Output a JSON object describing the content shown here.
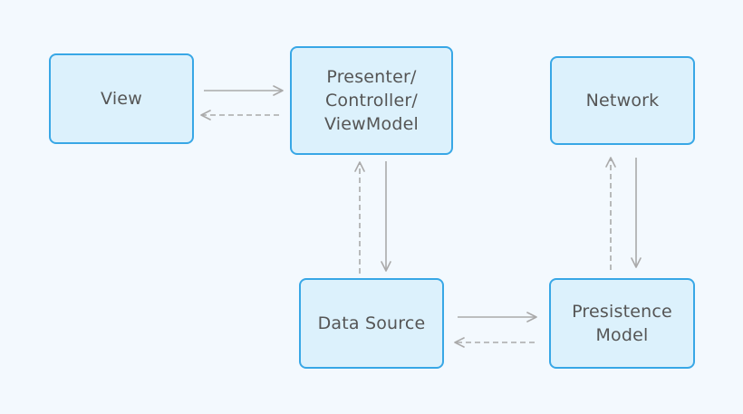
{
  "diagram": {
    "nodes": {
      "view": {
        "lines": [
          "View"
        ]
      },
      "presenter": {
        "lines": [
          "Presenter/",
          "Controller/",
          "ViewModel"
        ]
      },
      "network": {
        "lines": [
          "Network"
        ]
      },
      "data_source": {
        "lines": [
          "Data Source"
        ]
      },
      "persistence": {
        "lines": [
          "Presistence",
          "Model"
        ]
      }
    },
    "edges": [
      {
        "from": "view",
        "to": "presenter",
        "style": "solid"
      },
      {
        "from": "presenter",
        "to": "view",
        "style": "dashed"
      },
      {
        "from": "presenter",
        "to": "data_source",
        "style": "solid"
      },
      {
        "from": "data_source",
        "to": "presenter",
        "style": "dashed"
      },
      {
        "from": "data_source",
        "to": "persistence",
        "style": "solid"
      },
      {
        "from": "persistence",
        "to": "data_source",
        "style": "dashed"
      },
      {
        "from": "network",
        "to": "persistence",
        "style": "solid"
      },
      {
        "from": "persistence",
        "to": "network",
        "style": "dashed"
      }
    ],
    "colors": {
      "background": "#f3f9fe",
      "node_fill": "#dcf1fc",
      "node_border": "#38a7e6",
      "text": "#555555",
      "arrow": "#aaaaaa"
    }
  }
}
